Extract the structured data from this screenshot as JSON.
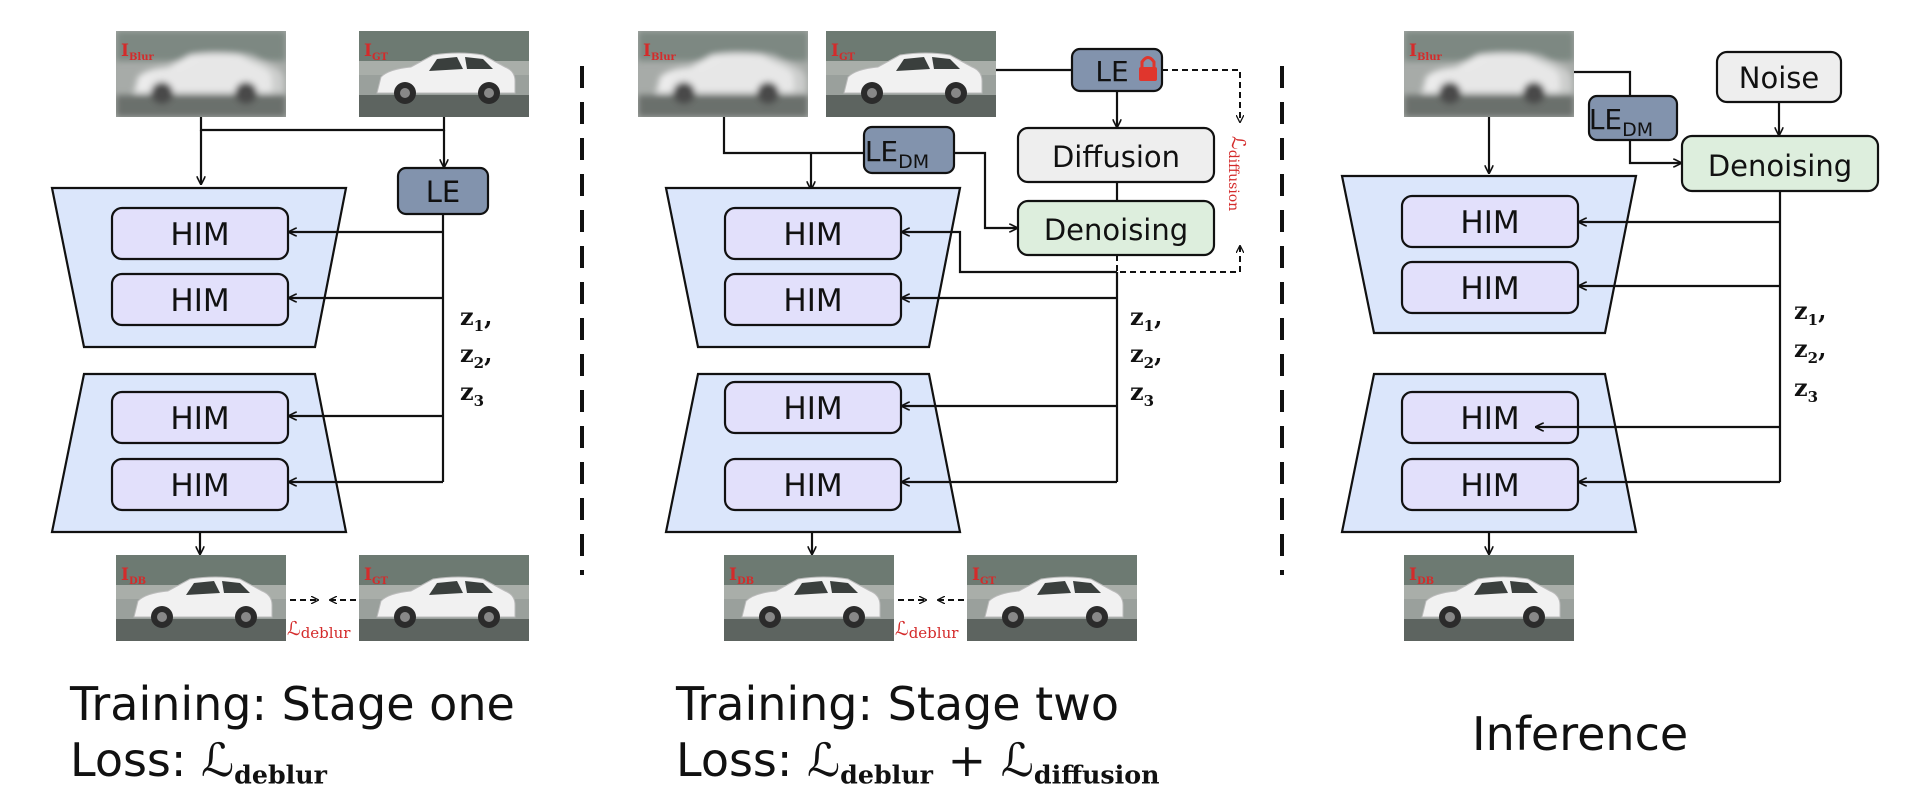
{
  "colors": {
    "encoder_fill": "#dbe6fb",
    "him_fill": "#e2e0fb",
    "le_fill": "#8293ad",
    "diffusion_fill": "#eeeeee",
    "denoising_fill": "#ddeedd",
    "noise_fill": "#eeeeee",
    "loss_red": "#d42b2b",
    "lock_red": "#e0362d"
  },
  "icons": {
    "lock": "lock-icon"
  },
  "labels": {
    "him": "HIM",
    "le": "LE",
    "le_dm_base": "LE",
    "le_dm_sub": "DM",
    "diffusion": "Diffusion",
    "denoising": "Denoising",
    "noise": "Noise",
    "z1": "z",
    "z1_sub": "1",
    "z2": "z",
    "z2_sub": "2",
    "z3": "z",
    "z3_sub": "3",
    "comma": ",",
    "img_blur_base": "I",
    "img_blur_sub": "Blur",
    "img_gt_base": "I",
    "img_gt_sub": "GT",
    "img_db_base": "I",
    "img_db_sub": "DB",
    "loss_deblur_base": "ℒ",
    "loss_deblur_sub": "deblur",
    "loss_diffusion_base": "ℒ",
    "loss_diffusion_sub": "diffusion"
  },
  "captions": {
    "stage_one_line1": "Training: Stage one",
    "stage_one_line2_prefix": "Loss: ",
    "stage_two_line1": "Training: Stage two",
    "stage_two_line2_prefix": "Loss: ",
    "plus": " + ",
    "inference": "Inference",
    "loss_symbol": "ℒ",
    "deblur_sub": "deblur",
    "diffusion_sub": "diffusion"
  }
}
